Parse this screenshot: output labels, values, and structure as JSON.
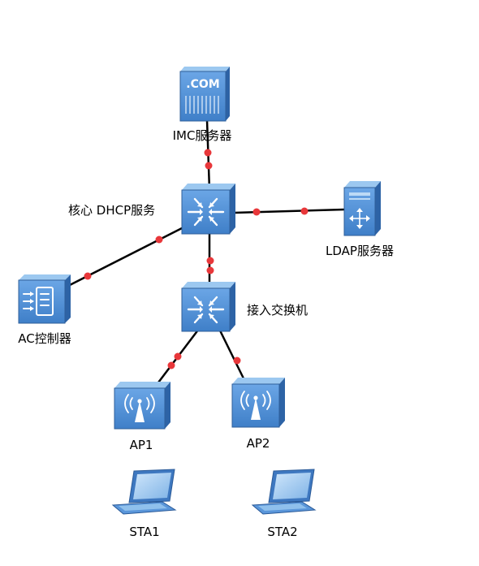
{
  "nodes": {
    "imc": {
      "label": "IMC服务器",
      "icon": "server-com-icon",
      "badge": ".COM"
    },
    "core": {
      "label": "核心 DHCP服务",
      "icon": "core-switch-icon"
    },
    "ldap": {
      "label": "LDAP服务器",
      "icon": "server-tower-icon"
    },
    "ac": {
      "label": "AC控制器",
      "icon": "ac-controller-icon"
    },
    "access": {
      "label": "接入交换机",
      "icon": "access-switch-icon"
    },
    "ap1": {
      "label": "AP1",
      "icon": "wireless-ap-icon"
    },
    "ap2": {
      "label": "AP2",
      "icon": "wireless-ap-icon"
    },
    "sta1": {
      "label": "STA1",
      "icon": "laptop-icon"
    },
    "sta2": {
      "label": "STA2",
      "icon": "laptop-icon"
    }
  },
  "links": [
    {
      "from": "imc",
      "to": "core"
    },
    {
      "from": "core",
      "to": "ldap"
    },
    {
      "from": "core",
      "to": "ac"
    },
    {
      "from": "core",
      "to": "access"
    },
    {
      "from": "access",
      "to": "ap1"
    },
    {
      "from": "access",
      "to": "ap2"
    }
  ],
  "colors": {
    "icon_face": "#4e8fd6",
    "icon_top": "#8cc0ef",
    "icon_side": "#2d63a6",
    "port": "#e8373a",
    "link": "#000000"
  }
}
